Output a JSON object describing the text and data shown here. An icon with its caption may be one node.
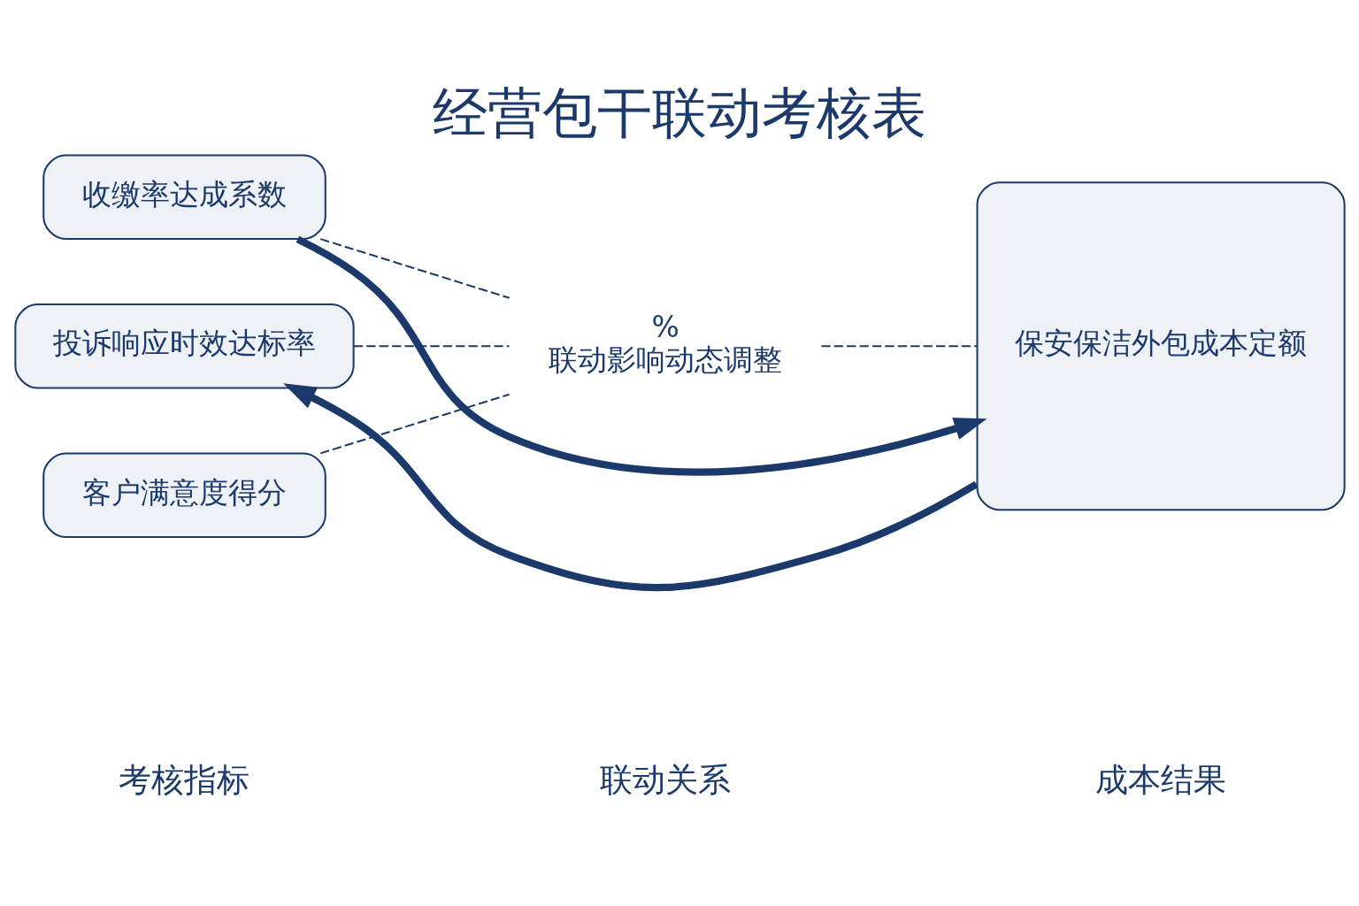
{
  "diagram": {
    "title": "经营包干联动考核表",
    "nodes": [
      {
        "text": [
          "收缴率达成系数"
        ]
      },
      {
        "text": [
          "客户满意度得分"
        ]
      },
      {
        "text": [
          "投诉响应时效达标率"
        ]
      },
      {
        "text": [
          "%",
          "联动影响动态调整"
        ]
      },
      {
        "text": [
          "保安保洁外包成本定额"
        ]
      }
    ],
    "edges": [
      {
        "from": 0,
        "to": 3,
        "arrow": "none",
        "style": "dashed"
      },
      {
        "from": 1,
        "to": 3,
        "arrow": "none",
        "style": "dashed"
      },
      {
        "from": 2,
        "to": 3,
        "arrow": "none",
        "style": "dashed"
      },
      {
        "from": 3,
        "to": 4,
        "arrow": "none",
        "style": "dashed"
      },
      {
        "from": 0,
        "to": 4,
        "arrow": "to",
        "style": "thick"
      },
      {
        "from": 4,
        "to": 2,
        "arrow": "to",
        "style": "thick"
      }
    ],
    "labels": [
      "考核指标",
      "联动关系",
      "成本结果"
    ]
  }
}
